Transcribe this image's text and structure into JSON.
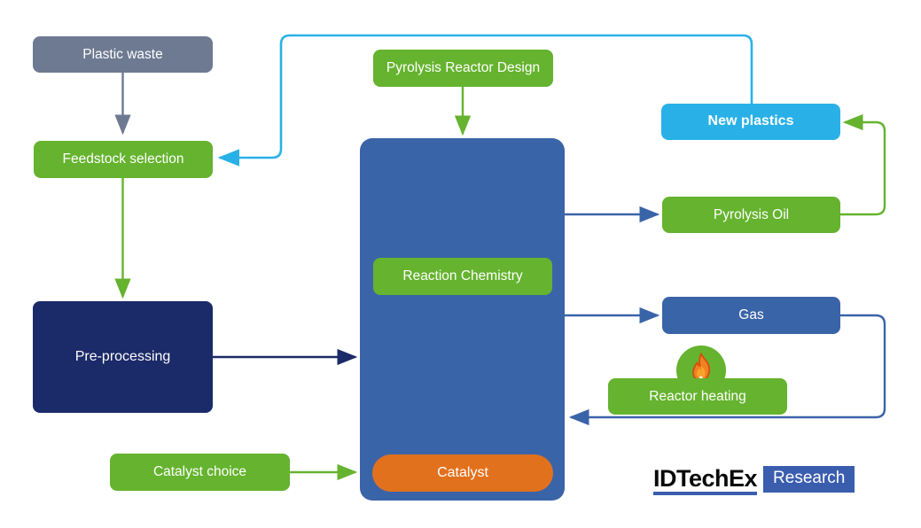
{
  "palette": {
    "green": "#65b32e",
    "gray": "#6e7a92",
    "navy": "#1b2a68",
    "blue": "#3a64a8",
    "cyan": "#29b1e7",
    "orange": "#e2711d",
    "logo_blue": "#3a5dae",
    "flame_orange": "#f08222",
    "flame_outline": "#dc4a0e",
    "atom_indigo": "#3b3e94"
  },
  "nodes": {
    "plastic_waste": {
      "label": "Plastic waste",
      "color": "#6e7a92"
    },
    "feedstock_selection": {
      "label": "Feedstock selection",
      "color": "#65b32e"
    },
    "pre_processing": {
      "label": "Pre-processing",
      "color": "#1b2a68"
    },
    "catalyst_choice": {
      "label": "Catalyst choice",
      "color": "#65b32e"
    },
    "pyrolysis_reactor_design": {
      "label": "Pyrolysis Reactor Design",
      "color": "#65b32e"
    },
    "reactor_vessel": {
      "label": "",
      "color": "#3a64a8"
    },
    "reaction_chemistry": {
      "label": "Reaction Chemistry",
      "color": "#65b32e"
    },
    "catalyst": {
      "label": "Catalyst",
      "color": "#e2711d"
    },
    "new_plastics": {
      "label": "New plastics",
      "color": "#29b1e7"
    },
    "pyrolysis_oil": {
      "label": "Pyrolysis Oil",
      "color": "#65b32e"
    },
    "gas": {
      "label": "Gas",
      "color": "#3a64a8"
    },
    "reactor_heating": {
      "label": "Reactor heating",
      "color": "#65b32e"
    }
  },
  "icons": {
    "catalyst": "atom-icon",
    "reactor_heating": "flame-icon"
  },
  "connections": [
    {
      "from": "plastic_waste",
      "to": "feedstock_selection",
      "color": "gray"
    },
    {
      "from": "feedstock_selection",
      "to": "pre_processing",
      "color": "green"
    },
    {
      "from": "pre_processing",
      "to": "reactor_vessel",
      "color": "navy"
    },
    {
      "from": "catalyst_choice",
      "to": "catalyst",
      "color": "green"
    },
    {
      "from": "pyrolysis_reactor_design",
      "to": "reactor_vessel",
      "color": "green"
    },
    {
      "from": "reactor_vessel",
      "to": "pyrolysis_oil",
      "color": "blue"
    },
    {
      "from": "reactor_vessel",
      "to": "gas",
      "color": "blue"
    },
    {
      "from": "gas",
      "to": "reactor_vessel",
      "color": "blue"
    },
    {
      "from": "pyrolysis_oil",
      "to": "new_plastics",
      "color": "green"
    },
    {
      "from": "new_plastics",
      "to": "feedstock_selection",
      "color": "cyan"
    }
  ],
  "logo": {
    "brand": "IDTechEx",
    "division": "Research"
  }
}
